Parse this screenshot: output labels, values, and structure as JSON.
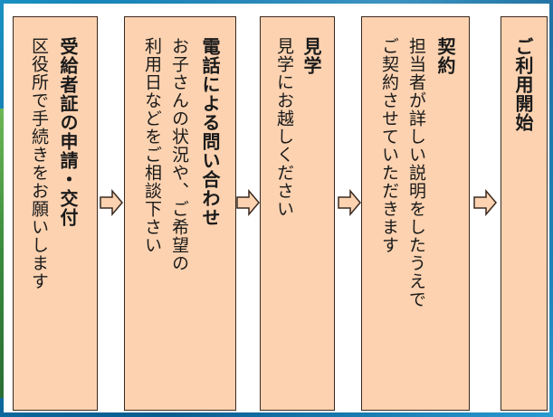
{
  "steps": [
    {
      "title": "受給者証の申請・交付",
      "lines": [
        "区役所で手続きをお願いします"
      ]
    },
    {
      "title": "電話による問い合わせ",
      "lines": [
        "お子さんの状況や、ご希望の",
        "利用日などをご相談下さい"
      ]
    },
    {
      "title": "見学",
      "lines": [
        "見学にお越しください"
      ]
    },
    {
      "title": "契約",
      "lines": [
        "担当者が詳しい説明をしたうえで",
        "ご契約させていただきます"
      ]
    },
    {
      "title": "ご利用開始",
      "lines": []
    }
  ],
  "colors": {
    "box_fill": "#fcd2b0",
    "border": "#3a2a20",
    "arrow_fill": "#fcd2b0"
  }
}
